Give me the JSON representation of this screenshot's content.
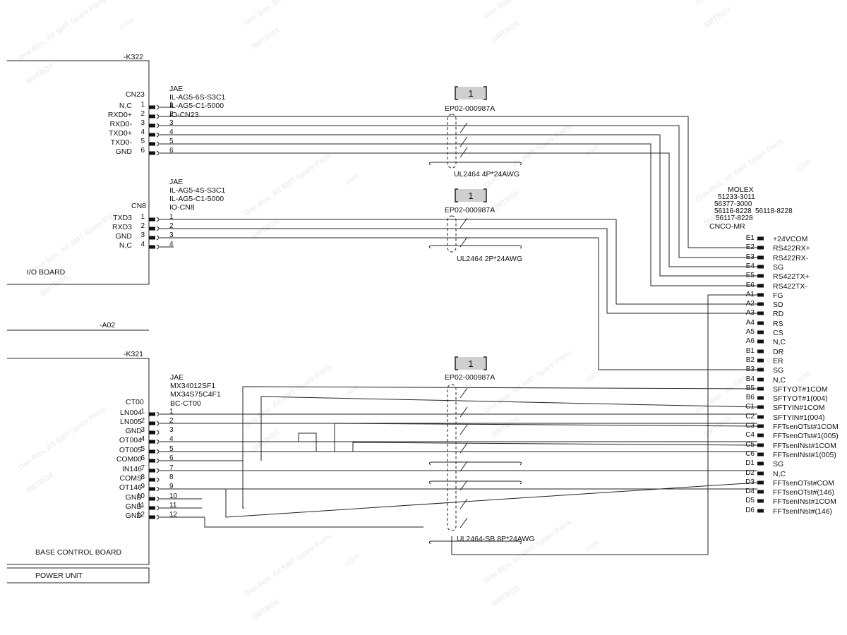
{
  "watermark": {
    "brand": "SMTBOX",
    "domain": ".com",
    "slogan": "One Box, All SMT Spare Parts"
  },
  "io_board": {
    "label": "I/O BOARD",
    "ref": "-K322",
    "cn23": {
      "name": "CN23",
      "maker": "JAE",
      "part1": "IL-AG5-6S-S3C1",
      "part2": "IL-AG5-C1-5000",
      "mate": "IO-CN23",
      "pins": [
        {
          "sig": "N,C",
          "num": "1"
        },
        {
          "sig": "RXD0+",
          "num": "2"
        },
        {
          "sig": "RXD0-",
          "num": "3"
        },
        {
          "sig": "TXD0+",
          "num": "4"
        },
        {
          "sig": "TXD0-",
          "num": "5"
        },
        {
          "sig": "GND",
          "num": "6"
        }
      ]
    },
    "cn8": {
      "name": "CN8",
      "maker": "JAE",
      "part1": "IL-AG5-4S-S3C1",
      "part2": "IL-AG5-C1-5000",
      "mate": "IO-CN8",
      "pins": [
        {
          "sig": "TXD3",
          "num": "1"
        },
        {
          "sig": "RXD3",
          "num": "2"
        },
        {
          "sig": "GND",
          "num": "3"
        },
        {
          "sig": "N,C",
          "num": "4"
        }
      ]
    }
  },
  "base_board": {
    "label": "BASE CONTROL BOARD",
    "ref_a02": "-A02",
    "ref_k321": "-K321",
    "ct00": {
      "name": "CT00",
      "maker": "JAE",
      "part1": "MX34012SF1",
      "part2": "MX34S75C4F1",
      "mate": "BC-CT00",
      "pins": [
        {
          "sig": "LN004",
          "num": "1"
        },
        {
          "sig": "LN005",
          "num": "2"
        },
        {
          "sig": "GND",
          "num": "3"
        },
        {
          "sig": "OT004",
          "num": "4"
        },
        {
          "sig": "OT005",
          "num": "5"
        },
        {
          "sig": "COM00",
          "num": "6"
        },
        {
          "sig": "IN146",
          "num": "7"
        },
        {
          "sig": "COMS",
          "num": "8"
        },
        {
          "sig": "OT146",
          "num": "9"
        },
        {
          "sig": "GND",
          "num": "10"
        },
        {
          "sig": "GND",
          "num": "11"
        },
        {
          "sig": "GND",
          "num": "12"
        }
      ]
    }
  },
  "power_unit": {
    "label": "POWER UNIT"
  },
  "cables": [
    {
      "badge": "1",
      "part": "EP02-000987A",
      "spec": "UL2464 4P*24AWG"
    },
    {
      "badge": "1",
      "part": "EP02-000987A",
      "spec": "UL2464 2P*24AWG"
    },
    {
      "badge": "1",
      "part": "EP02-000987A",
      "spec": "UL2464-SB 8P*24AWG"
    }
  ],
  "molex": {
    "maker": "MOLEX",
    "parts": [
      "51233-3011",
      "56377-3000",
      "56116-8228",
      "56117-8228"
    ],
    "part_extra": "56118-8228",
    "name": "CNCO-MR",
    "pins": [
      {
        "pin": "E1",
        "sig": "+24VCOM"
      },
      {
        "pin": "E2",
        "sig": "RS422RX+"
      },
      {
        "pin": "E3",
        "sig": "RS422RX-"
      },
      {
        "pin": "E4",
        "sig": "SG"
      },
      {
        "pin": "E5",
        "sig": "RS422TX+"
      },
      {
        "pin": "E6",
        "sig": "RS422TX-"
      },
      {
        "pin": "A1",
        "sig": "FG"
      },
      {
        "pin": "A2",
        "sig": "SD"
      },
      {
        "pin": "A3",
        "sig": "RD"
      },
      {
        "pin": "A4",
        "sig": "RS"
      },
      {
        "pin": "A5",
        "sig": "CS"
      },
      {
        "pin": "A6",
        "sig": "N,C"
      },
      {
        "pin": "B1",
        "sig": "DR"
      },
      {
        "pin": "B2",
        "sig": "ER"
      },
      {
        "pin": "B3",
        "sig": "SG"
      },
      {
        "pin": "B4",
        "sig": "N,C"
      },
      {
        "pin": "B5",
        "sig": "SFTYOT#1COM"
      },
      {
        "pin": "B6",
        "sig": "SFTYOT#1(004)"
      },
      {
        "pin": "C1",
        "sig": "SFTYIN#1COM"
      },
      {
        "pin": "C2",
        "sig": "SFTYIN#1(004)"
      },
      {
        "pin": "C3",
        "sig": "FFTsenOTst#1COM"
      },
      {
        "pin": "C4",
        "sig": "FFTsenOTst#1(005)"
      },
      {
        "pin": "C5",
        "sig": "FFTsenINst#1COM"
      },
      {
        "pin": "C6",
        "sig": "FFTsenINst#1(005)"
      },
      {
        "pin": "D1",
        "sig": "SG"
      },
      {
        "pin": "D2",
        "sig": "N,C"
      },
      {
        "pin": "D3",
        "sig": "FFTsenOTst#COM"
      },
      {
        "pin": "D4",
        "sig": "FFTsenOTst#(146)"
      },
      {
        "pin": "D5",
        "sig": "FFTsenINst#1COM"
      },
      {
        "pin": "D6",
        "sig": "FFTsenINst#(146)"
      }
    ]
  }
}
